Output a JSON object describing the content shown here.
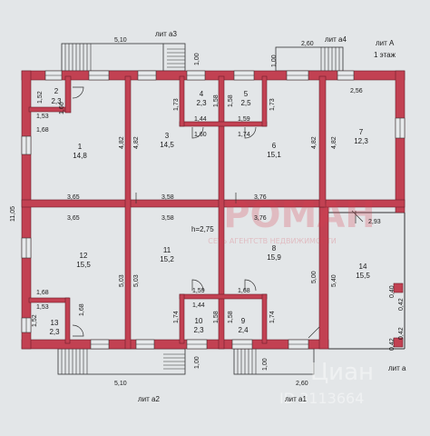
{
  "labels": {
    "lit_a3": "лит а3",
    "lit_a4": "лит а4",
    "lit_A": "лит А",
    "floor": "1 этаж",
    "lit_a2": "лит а2",
    "lit_a1": "лит а1",
    "lit_a": "лит а",
    "height": "h=2,75"
  },
  "rooms": [
    {
      "num": "2",
      "area": "2,3"
    },
    {
      "num": "1",
      "area": "14,8"
    },
    {
      "num": "3",
      "area": "14,5"
    },
    {
      "num": "4",
      "area": "2,3"
    },
    {
      "num": "5",
      "area": "2,5"
    },
    {
      "num": "6",
      "area": "15,1"
    },
    {
      "num": "7",
      "area": "12,3"
    },
    {
      "num": "12",
      "area": "15,5"
    },
    {
      "num": "11",
      "area": "15,2"
    },
    {
      "num": "8",
      "area": "15,9"
    },
    {
      "num": "14",
      "area": "15,5"
    },
    {
      "num": "13",
      "area": "2,3"
    },
    {
      "num": "10",
      "area": "2,3"
    },
    {
      "num": "9",
      "area": "2,4"
    }
  ],
  "dims": {
    "top_510": "5,10",
    "top_100a": "1,00",
    "top_100b": "1,00",
    "top_260": "2,60",
    "d152": "1,52",
    "d166": "1,66",
    "d153": "1,53",
    "d168": "1,68",
    "d173a": "1,73",
    "d158a": "1,58",
    "d144a": "1,44",
    "d160": "1,60",
    "d158b": "1,58",
    "d173b": "1,73",
    "d159a": "1,59",
    "d174a": "1,74",
    "d256": "2,56",
    "d482a": "4,82",
    "d482b": "4,82",
    "d482c": "4,82",
    "d482d": "4,82",
    "d1105": "11,05",
    "d365a": "3,65",
    "d358a": "3,58",
    "d376a": "3,76",
    "d365b": "3,65",
    "d358b": "3,58",
    "d376b": "3,76",
    "d293": "2,93",
    "d503a": "5,03",
    "d503b": "5,03",
    "d500": "5,00",
    "d540": "5,40",
    "d040": "0,40",
    "d042a": "0,42",
    "d168b": "1,68",
    "d153b": "1,53",
    "d168c": "1,68",
    "d159b": "1,59",
    "d168d": "1,68",
    "d152b": "1,52",
    "d144b": "1,44",
    "d174b": "1,74",
    "d158c": "1,58",
    "d158d": "1,58",
    "d174c": "1,74",
    "d042b": "0,42",
    "d042c": "0,42",
    "bot_100a": "1,00",
    "bot_100b": "1,00",
    "bot_510": "5,10",
    "bot_260": "2,60"
  },
  "watermarks": {
    "brand": "РОМАН",
    "slogan": "СЕТЬ АГЕНТСТВ НЕДВИЖИМОСТИ",
    "cian": "Циан",
    "id": "ID 3113664"
  },
  "colors": {
    "wall": "#c24152",
    "line": "#222222",
    "paper": "#e8eaec"
  }
}
